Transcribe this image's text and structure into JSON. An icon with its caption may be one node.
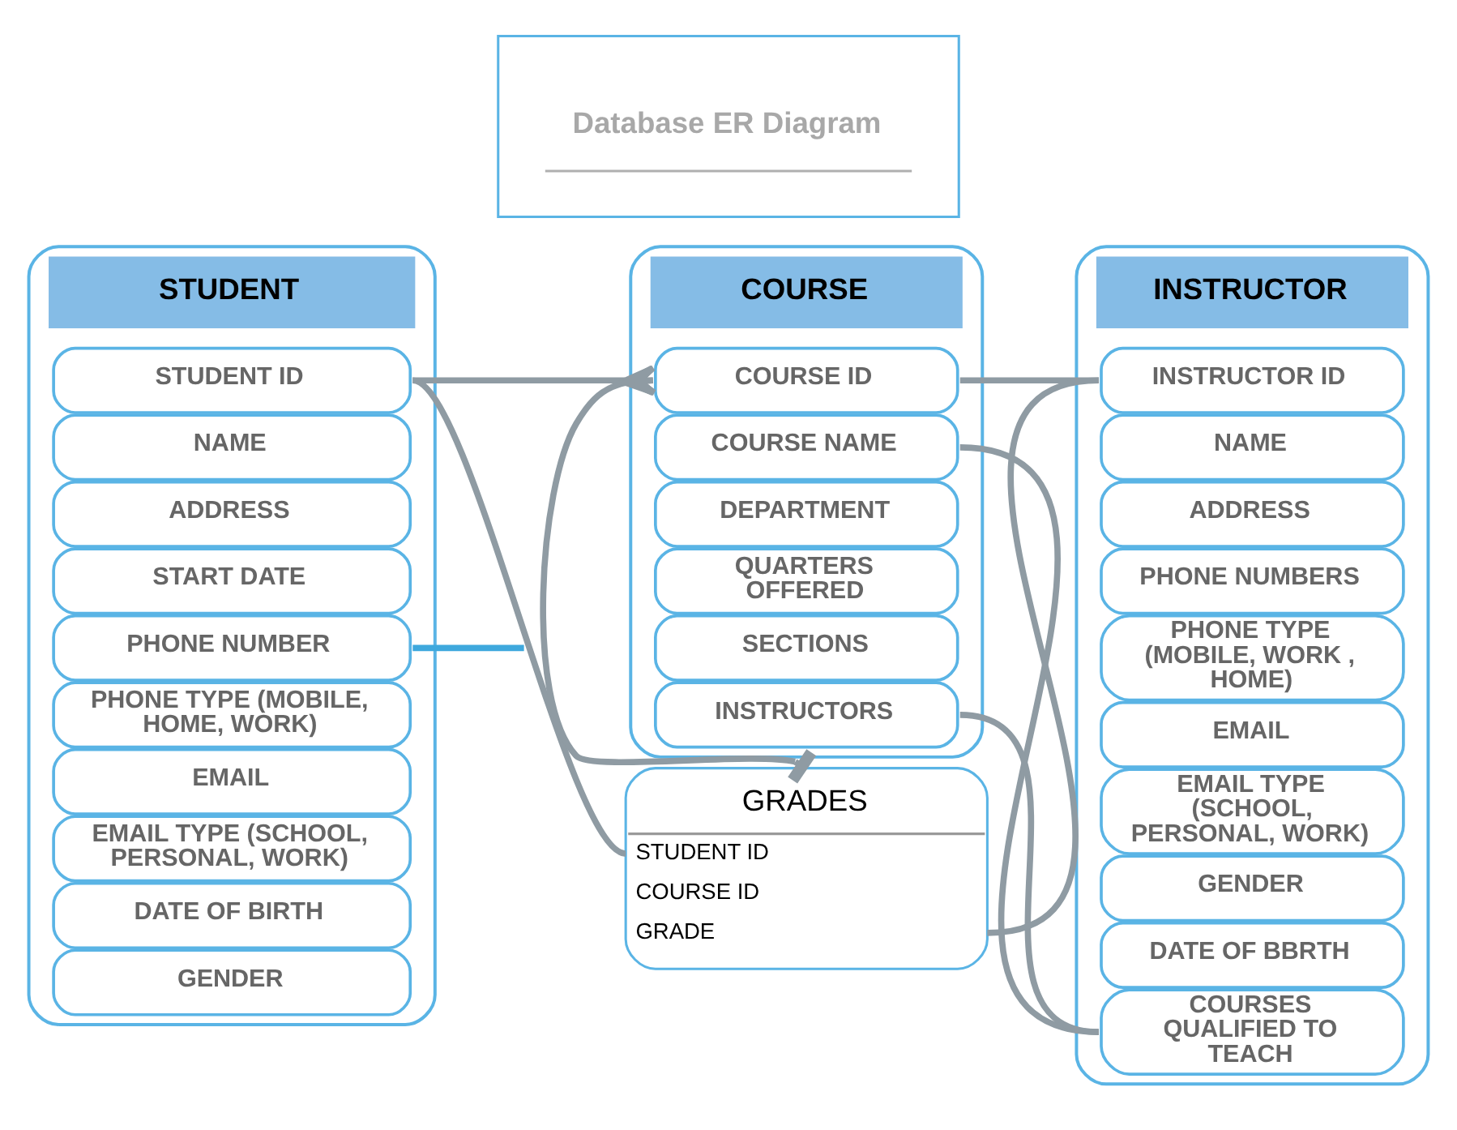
{
  "diagram": {
    "title": "Database ER Diagram",
    "nodes": [
      {
        "text": [
          "STUDENT"
        ]
      },
      {
        "text": [
          "STUDENT ID"
        ],
        "in": 0
      },
      {
        "text": [
          "NAME"
        ],
        "in": 0
      },
      {
        "text": [
          "ADDRESS"
        ],
        "in": 0
      },
      {
        "text": [
          "START DATE"
        ],
        "in": 0
      },
      {
        "text": [
          "PHONE NUMBER"
        ],
        "in": 0
      },
      {
        "text": [
          "PHONE TYPE (MOBILE, HOME, WORK)"
        ],
        "in": 0
      },
      {
        "text": [
          "EMAIL"
        ],
        "in": 0
      },
      {
        "text": [
          "EMAIL TYPE (SCHOOL, PERSONAL, WORK)"
        ],
        "in": 0
      },
      {
        "text": [
          "DATE OF BIRTH"
        ],
        "in": 0
      },
      {
        "text": [
          "GENDER"
        ],
        "in": 0
      },
      {
        "text": [
          "COURSE"
        ]
      },
      {
        "text": [
          "COURSE ID"
        ],
        "in": 11
      },
      {
        "text": [
          "COURSE NAME"
        ],
        "in": 11
      },
      {
        "text": [
          "DEPARTMENT"
        ],
        "in": 11
      },
      {
        "text": [
          "QUARTERS OFFERED"
        ],
        "in": 11
      },
      {
        "text": [
          "SECTIONS"
        ],
        "in": 11
      },
      {
        "text": [
          "INSTRUCTORS"
        ],
        "in": 11
      },
      {
        "text": [
          "INSTRUCTOR"
        ]
      },
      {
        "text": [
          "INSTRUCTOR ID"
        ],
        "in": 18
      },
      {
        "text": [
          "NAME"
        ],
        "in": 18
      },
      {
        "text": [
          "ADDRESS"
        ],
        "in": 18
      },
      {
        "text": [
          "PHONE NUMBERS"
        ],
        "in": 18
      },
      {
        "text": [
          "PHONE TYPE (MOBILE, WORK , HOME)"
        ],
        "in": 18
      },
      {
        "text": [
          "EMAIL"
        ],
        "in": 18
      },
      {
        "text": [
          "EMAIL TYPE (SCHOOL, PERSONAL, WORK)"
        ],
        "in": 18
      },
      {
        "text": [
          "GENDER"
        ],
        "in": 18
      },
      {
        "text": [
          "DATE OF BBRTH"
        ],
        "in": 18
      },
      {
        "text": [
          "COURSES QUALIFIED TO TEACH"
        ],
        "in": 18
      },
      {
        "text": [
          "GRADES",
          "STUDENT ID",
          "COURSE ID",
          "GRADE"
        ]
      }
    ],
    "edges": [
      {
        "from": 1,
        "to": 12,
        "arrow": "other"
      },
      {
        "from": 12,
        "to": 29,
        "arrow": "other"
      },
      {
        "from": 1,
        "to": 29,
        "arrow": "none"
      },
      {
        "from": 5,
        "to": null,
        "arrow": "none",
        "color": "#3ea8dd"
      },
      {
        "from": 12,
        "to": 19,
        "arrow": "none"
      },
      {
        "from": 13,
        "to": 28,
        "arrow": "none"
      },
      {
        "from": 17,
        "to": 28,
        "arrow": "none"
      },
      {
        "from": 19,
        "to": 29,
        "arrow": "none"
      }
    ]
  }
}
